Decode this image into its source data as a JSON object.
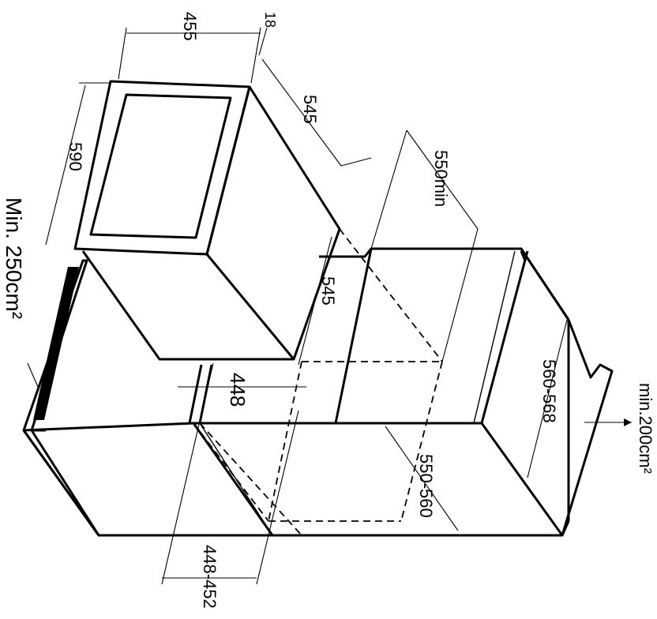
{
  "dimensions": {
    "width_455": "455",
    "thickness_18": "18",
    "height_590": "590",
    "depth_545_top": "545",
    "depth_545_mid": "545",
    "depth_550min": "550min",
    "niche_448": "448",
    "niche_448_452": "448-452",
    "niche_550_560": "550-560",
    "niche_560_568": "560-568"
  },
  "ventilation": {
    "top_label": "Min. 250cm²",
    "bottom_label": "min.200cm²"
  }
}
